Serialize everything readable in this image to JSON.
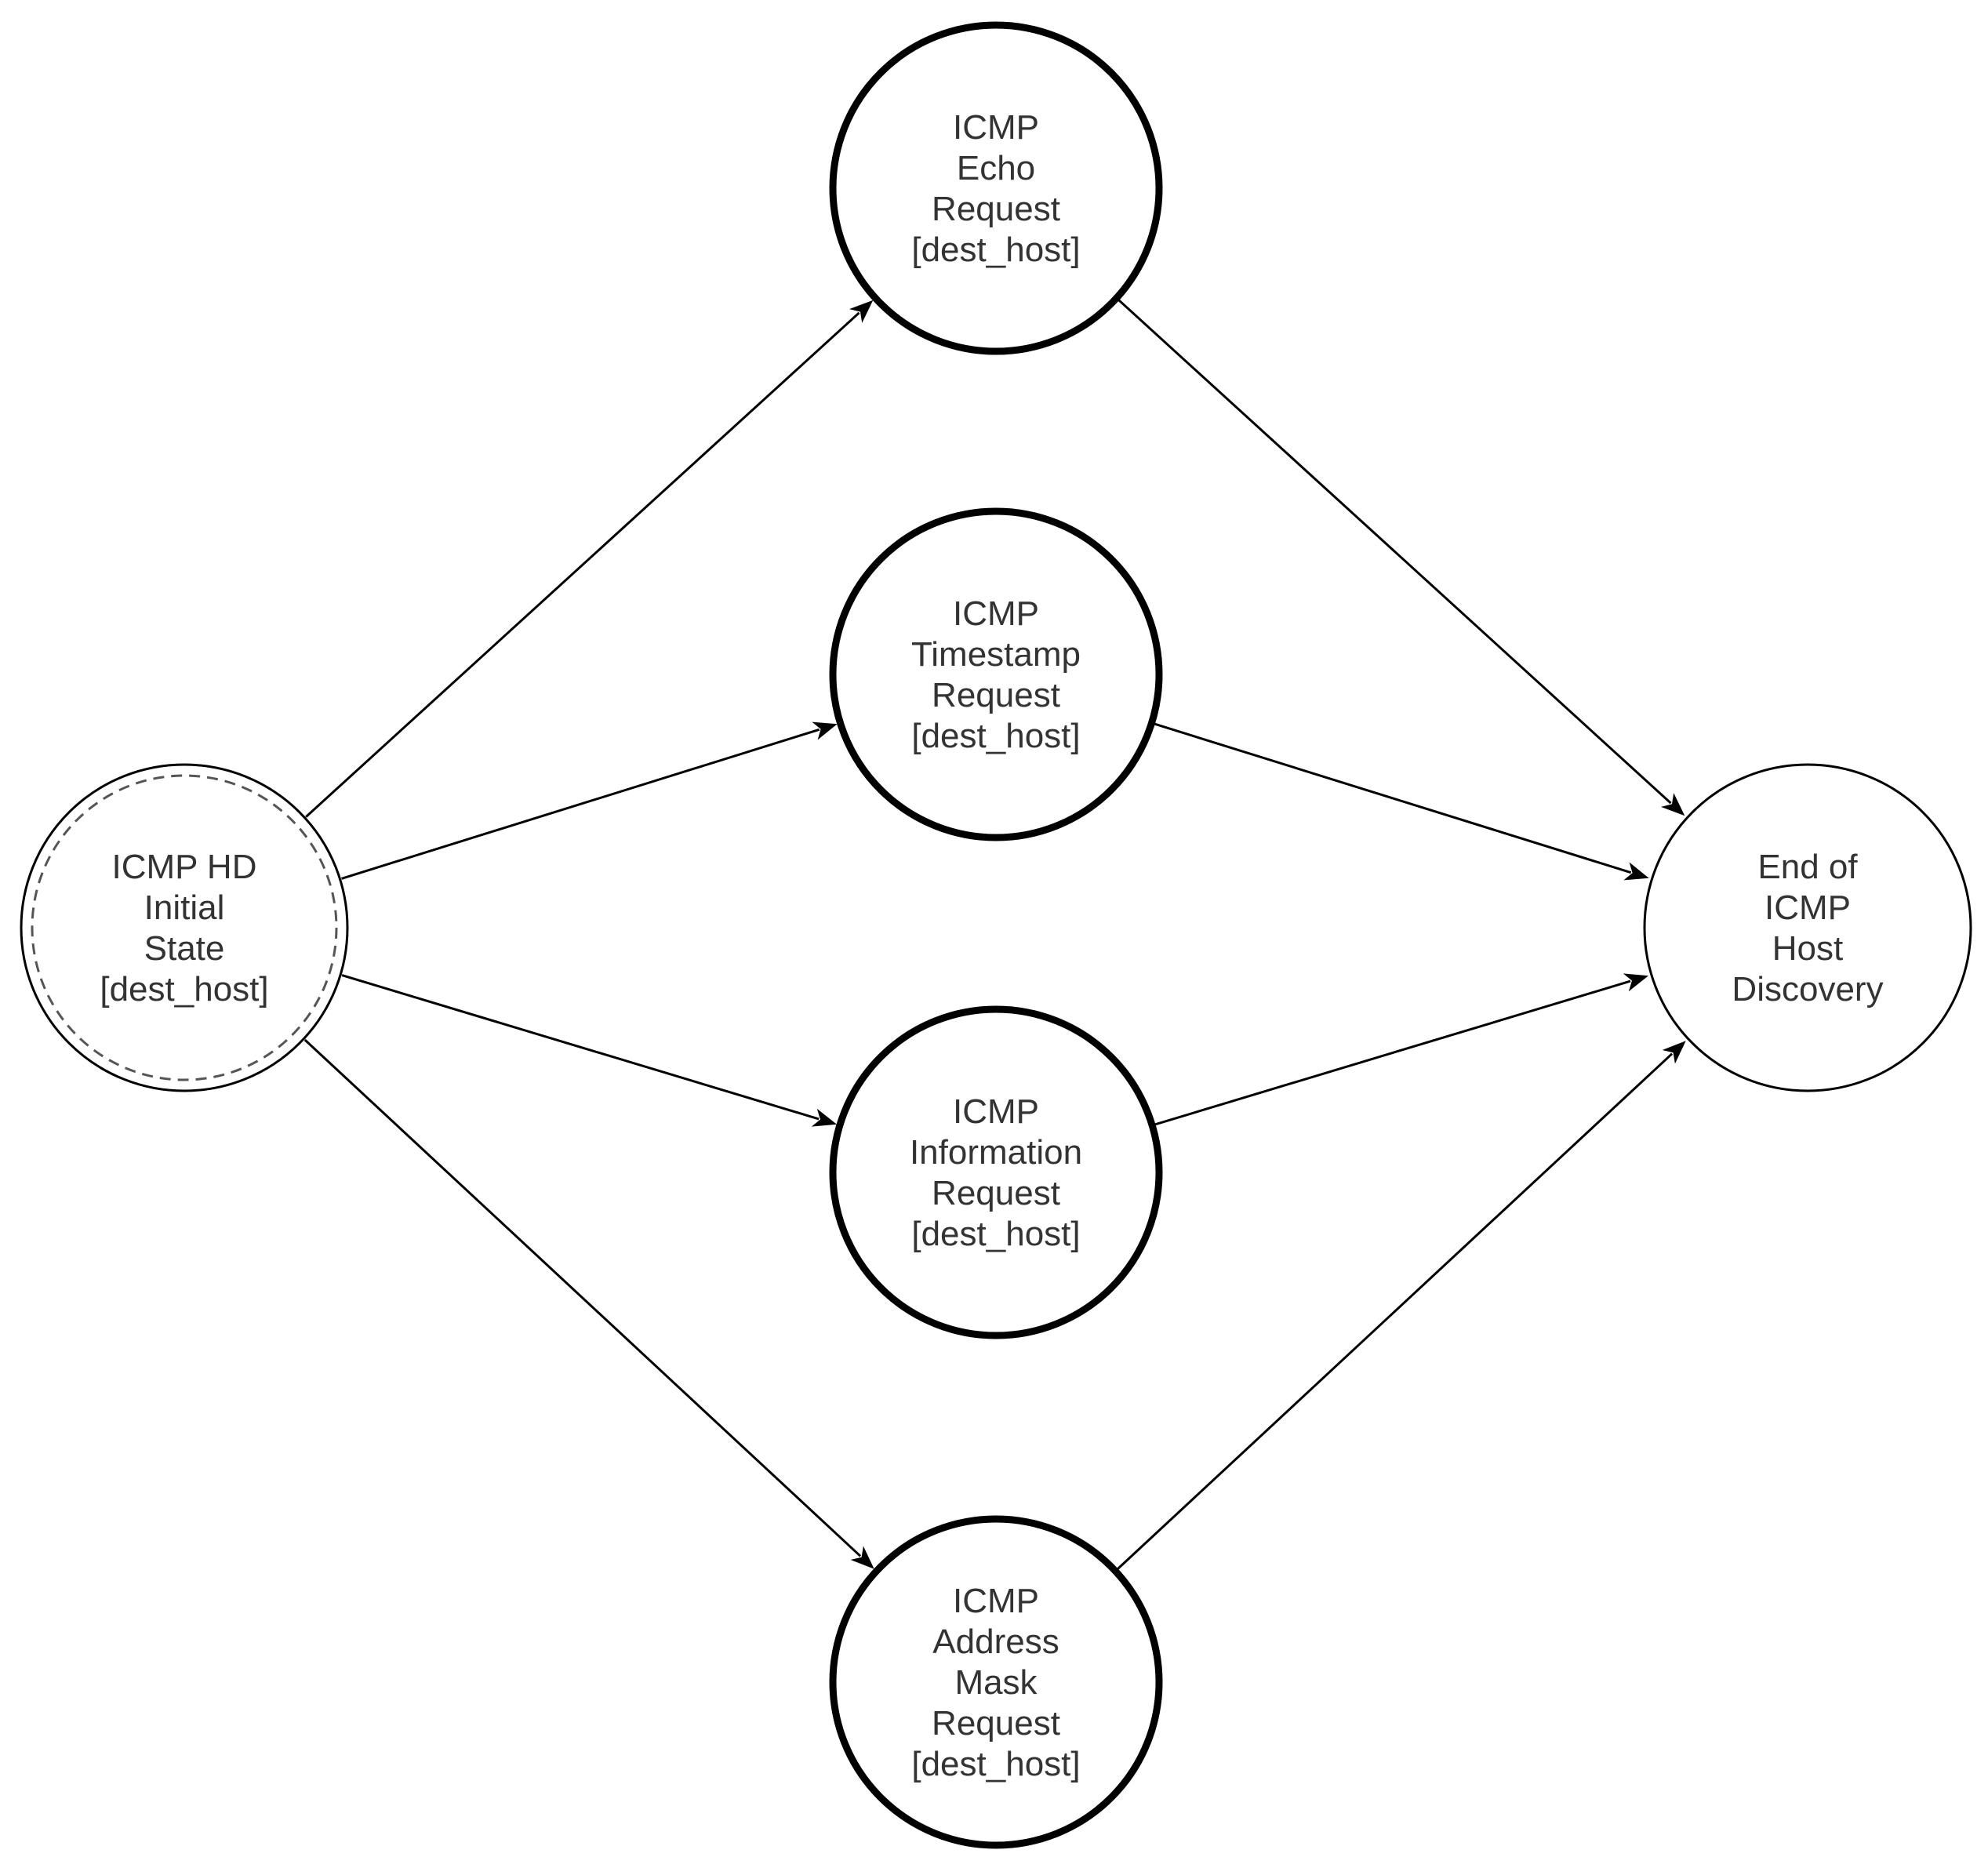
{
  "diagram": {
    "nodes": [
      {
        "id": "initial",
        "label_lines": [
          "ICMP HD",
          "Initial",
          "State",
          "[dest_host]"
        ],
        "style": "initial"
      },
      {
        "id": "echo",
        "label_lines": [
          "ICMP",
          "Echo",
          "Request",
          "[dest_host]"
        ],
        "style": "bold"
      },
      {
        "id": "timestamp",
        "label_lines": [
          "ICMP",
          "Timestamp",
          "Request",
          "[dest_host]"
        ],
        "style": "bold"
      },
      {
        "id": "information",
        "label_lines": [
          "ICMP",
          "Information",
          "Request",
          "[dest_host]"
        ],
        "style": "bold"
      },
      {
        "id": "address_mask",
        "label_lines": [
          "ICMP",
          "Address",
          "Mask",
          "Request",
          "[dest_host]"
        ],
        "style": "bold"
      },
      {
        "id": "end",
        "label_lines": [
          "End of",
          "ICMP",
          "Host",
          "Discovery"
        ],
        "style": "plain"
      }
    ],
    "edges": [
      {
        "from": "initial",
        "to": "echo"
      },
      {
        "from": "initial",
        "to": "timestamp"
      },
      {
        "from": "initial",
        "to": "information"
      },
      {
        "from": "initial",
        "to": "address_mask"
      },
      {
        "from": "echo",
        "to": "end"
      },
      {
        "from": "timestamp",
        "to": "end"
      },
      {
        "from": "information",
        "to": "end"
      },
      {
        "from": "address_mask",
        "to": "end"
      }
    ]
  }
}
